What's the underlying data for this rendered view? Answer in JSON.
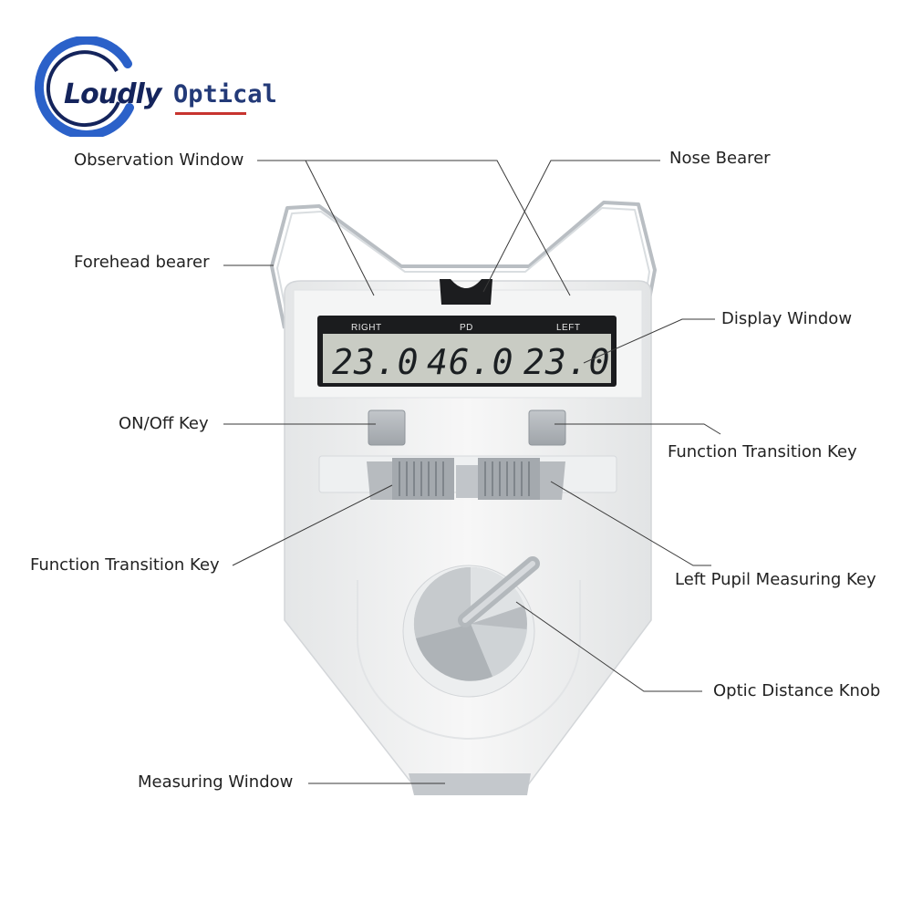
{
  "brand": {
    "logo_word": "Loudly",
    "name": "Optical"
  },
  "colors": {
    "brand_blue": "#233a78",
    "logo_ring": "#2b61c9",
    "accent_red": "#c7342f",
    "device_body": "#f2f3f3",
    "key_gray": "#aeb3b8",
    "lcd_bg": "#c9ccc4"
  },
  "display": {
    "right_label": "RIGHT",
    "pd_label": "PD",
    "left_label": "LEFT",
    "right_value": "23.0",
    "pd_value": "46.0",
    "left_value": "23.0"
  },
  "callouts": {
    "observation_window": "Observation Window",
    "nose_bearer": "Nose Bearer",
    "forehead_bearer": "Forehead bearer",
    "display_window": "Display Window",
    "on_off_key": "ON/Off Key",
    "function_transition_key_right": "Function Transition Key",
    "function_transition_key_left": "Function Transition Key",
    "left_pupil_measuring_key": "Left Pupil Measuring Key",
    "optic_distance_knob": "Optic Distance Knob",
    "measuring_window": "Measuring Window"
  },
  "icons": {
    "logo": "loudly-ring-logo",
    "eye": "eye-icon"
  }
}
